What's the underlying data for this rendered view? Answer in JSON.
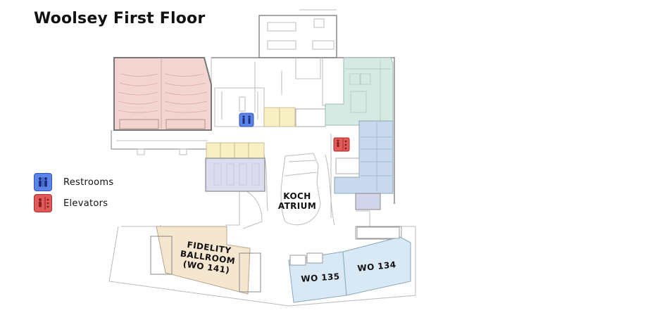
{
  "header": {
    "title": "Woolsey First Floor"
  },
  "legend": {
    "items": [
      {
        "icon": "restroom-icon",
        "label": "Restrooms",
        "color": "#5b84e6"
      },
      {
        "icon": "elevator-icon",
        "label": "Elevators",
        "color": "#e05a5a"
      }
    ]
  },
  "rooms": {
    "koch_atrium": {
      "line1": "KOCH",
      "line2": "ATRIUM"
    },
    "fidelity_ballroom": {
      "line1": "FIDELITY",
      "line2": "BALLROOM",
      "line3": "(WO 141)",
      "color": "#f5e6d0"
    },
    "wo135": {
      "label": "WO 135",
      "color": "#d8e9f5"
    },
    "wo134": {
      "label": "WO 134",
      "color": "#d8e9f5"
    }
  },
  "zone_colors": {
    "auditorium": "#f2d4d0",
    "offices_green": "#d6e9e3",
    "offices_blue": "#c8d8ee",
    "classroom_lavender": "#dcdcef",
    "yellow_rooms": "#f8efc4"
  }
}
